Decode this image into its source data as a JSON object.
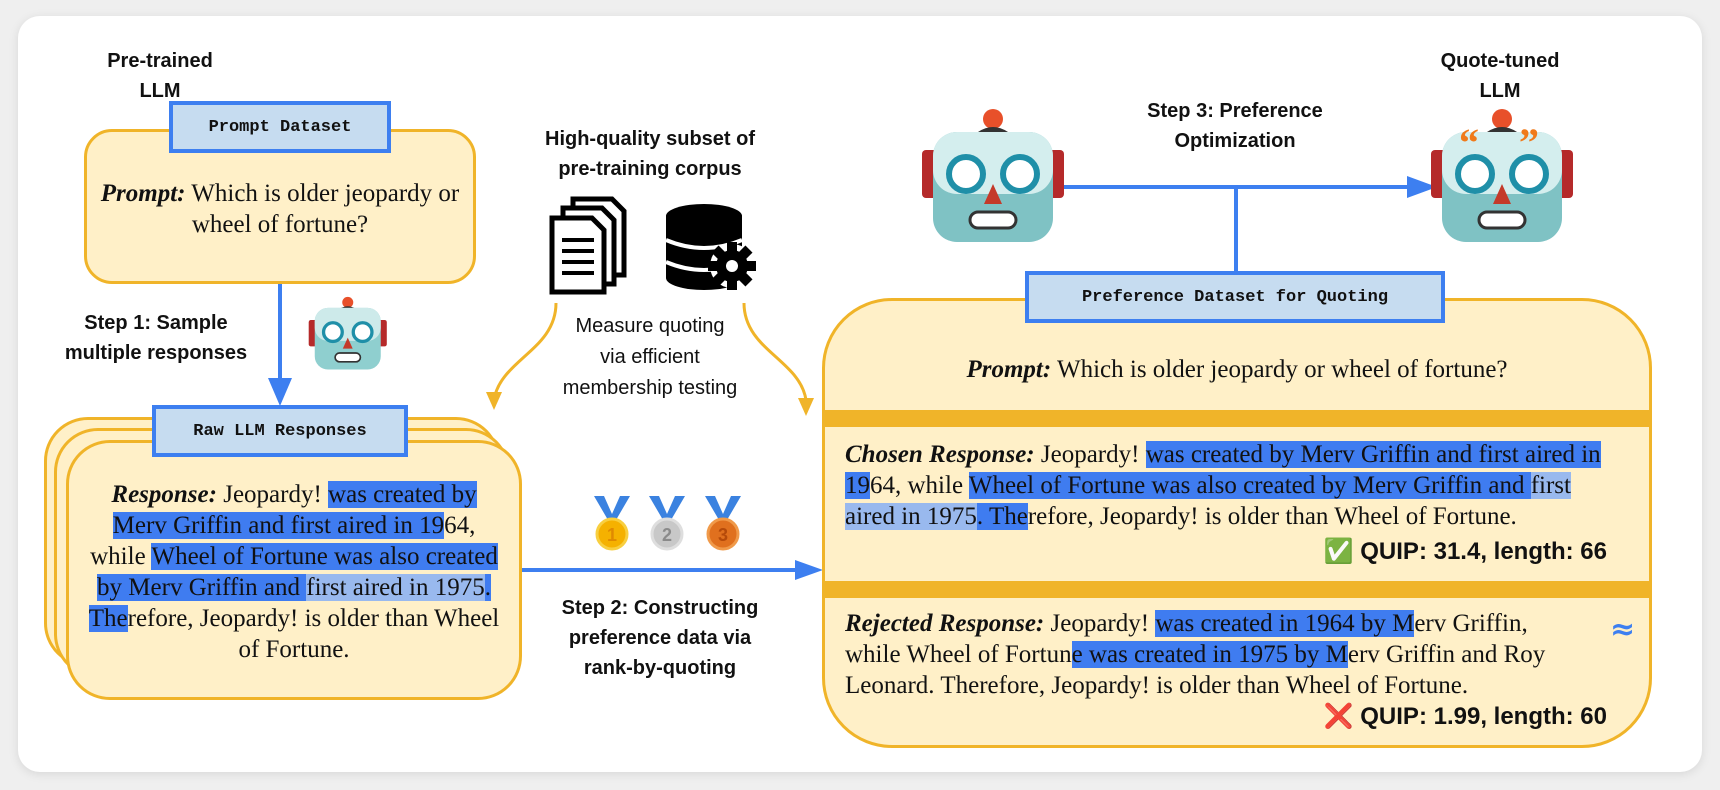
{
  "left": {
    "pretrained_label_line1": "Pre-trained",
    "pretrained_label_line2": "LLM",
    "prompt_dataset_tag": "Prompt Dataset",
    "prompt_lead": "Prompt:",
    "prompt_text": "Which is older jeopardy or wheel of fortune?",
    "step1_line1": "Step 1: Sample",
    "step1_line2": "multiple responses",
    "raw_tag": "Raw LLM Responses",
    "response_lead": "Response:",
    "response_segments": [
      {
        "text": " Jeopardy! ",
        "hl": "none"
      },
      {
        "text": "was created by Merv Griffin and first aired in 19",
        "hl": "strong"
      },
      {
        "text": "64, while ",
        "hl": "none"
      },
      {
        "text": "Wheel of Fortune was also created by Merv Griffin and ",
        "hl": "strong"
      },
      {
        "text": "first aired in 1975",
        "hl": "light"
      },
      {
        "text": ". The",
        "hl": "strong"
      },
      {
        "text": "refore, Jeopardy! is older than Wheel of Fortune.",
        "hl": "none"
      }
    ]
  },
  "middle": {
    "corpus_line1": "High-quality subset of",
    "corpus_line2": "pre-training corpus",
    "measure_line1": "Measure quoting",
    "measure_line2": "via efficient",
    "measure_line3": "membership testing",
    "medals": [
      "1",
      "2",
      "3"
    ],
    "step2_line1": "Step 2: Constructing",
    "step2_line2": "preference data via",
    "step2_line3": "rank-by-quoting"
  },
  "right": {
    "step3_line1": "Step 3: Preference",
    "step3_line2": "Optimization",
    "quote_tuned_line1": "Quote-tuned",
    "quote_tuned_line2": "LLM",
    "pref_tag": "Preference Dataset for Quoting",
    "prompt_lead": "Prompt:",
    "prompt_text": " Which is older jeopardy or wheel of fortune?",
    "chosen_lead": "Chosen Response:",
    "chosen_segments": [
      {
        "text": " Jeopardy! ",
        "hl": "none"
      },
      {
        "text": "was created by Merv Griffin and first aired in 19",
        "hl": "strong"
      },
      {
        "text": "64, while ",
        "hl": "none"
      },
      {
        "text": "Wheel of Fortune was also created by Merv Griffin and ",
        "hl": "strong"
      },
      {
        "text": "first aired in 1975",
        "hl": "light"
      },
      {
        "text": ". The",
        "hl": "strong"
      },
      {
        "text": "refore, Jeopardy! is older than Wheel of Fortune.",
        "hl": "none"
      }
    ],
    "chosen_score": "QUIP: 31.4, length: 66",
    "chosen_mark": "✅",
    "rejected_lead": "Rejected Response:",
    "rejected_segments": [
      {
        "text": " Jeopardy! ",
        "hl": "none"
      },
      {
        "text": "was created in 1964 by M",
        "hl": "strong"
      },
      {
        "text": "erv Griffin, while Wheel of Fortun",
        "hl": "none"
      },
      {
        "text": "e was created in 1975 by M",
        "hl": "strong"
      },
      {
        "text": "erv Griffin and Roy Leonard. Therefore, Jeopardy! is older than Wheel of Fortune.",
        "hl": "none"
      }
    ],
    "rejected_score": "QUIP: 1.99, length: 60",
    "rejected_mark": "❌",
    "approx_symbol": "≈"
  },
  "colors": {
    "arrow_blue": "#3d7ff0",
    "box_fill": "#fff0c8",
    "box_border": "#f0b429",
    "tag_fill": "#c6dcf0",
    "highlight_strong": "#3f7cf0",
    "highlight_light": "#99b9ee"
  }
}
